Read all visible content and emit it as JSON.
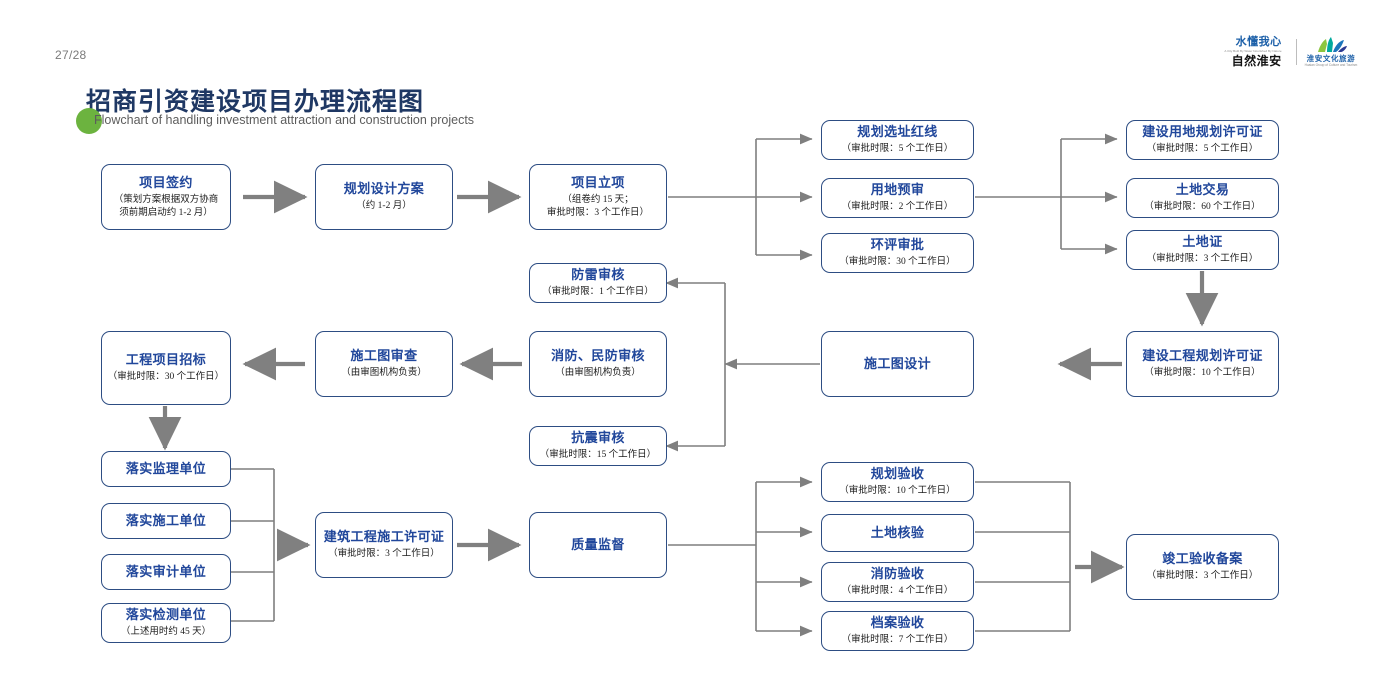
{
  "header": {
    "page_number": "27/28",
    "title_cn": "招商引资建设项目办理流程图",
    "title_en": "Flowchart of handling investment attraction and construction projects",
    "accent_green": "#6cb33f",
    "title_color": "#1f3864"
  },
  "brand": {
    "slogan_cn": "水懂我心",
    "slogan_en": "A City Built By Water Nourished By Nature",
    "name_cn": "自然淮安",
    "org_cn": "淮安文化旅游",
    "org_en": "Huaian Group of Culture and Tourism"
  },
  "style": {
    "box_border": "#2d4d83",
    "box_title_color": "#21479b",
    "arrow_thick": "#808080",
    "arrow_thin": "#7f7f7f"
  },
  "nodes": {
    "qianyue": {
      "title": "项目签约",
      "sub": "（策划方案根据双方协商\n须前期启动约 1-2 月）"
    },
    "guihuasheji": {
      "title": "规划设计方案",
      "sub": "（约 1-2 月）"
    },
    "lixiang": {
      "title": "项目立项",
      "sub": "（组卷约 15 天；\n审批时限：3 个工作日）"
    },
    "hongxian": {
      "title": "规划选址红线",
      "sub": "（审批时限：5 个工作日）"
    },
    "yongdiyushen": {
      "title": "用地预审",
      "sub": "（审批时限：2 个工作日）"
    },
    "huanping": {
      "title": "环评审批",
      "sub": "（审批时限：30 个工作日）"
    },
    "jsydghxkz": {
      "title": "建设用地规划许可证",
      "sub": "（审批时限：5 个工作日）"
    },
    "tudijiaoyi": {
      "title": "土地交易",
      "sub": "（审批时限：60 个工作日）"
    },
    "tudizheng": {
      "title": "土地证",
      "sub": "（审批时限：3 个工作日）"
    },
    "jsgcghxkz": {
      "title": "建设工程规划许可证",
      "sub": "（审批时限：10 个工作日）"
    },
    "sgtsheji": {
      "title": "施工图设计",
      "sub": ""
    },
    "fanglei": {
      "title": "防雷审核",
      "sub": "（审批时限：1 个工作日）"
    },
    "xiaofangminfang": {
      "title": "消防、民防审核",
      "sub": "（由审图机构负责）"
    },
    "kangzhen": {
      "title": "抗震审核",
      "sub": "（审批时限：15 个工作日）"
    },
    "sgtshencha": {
      "title": "施工图审查",
      "sub": "（由审图机构负责）"
    },
    "zhaobiao": {
      "title": "工程项目招标",
      "sub": "（审批时限：30 个工作日）"
    },
    "jianli": {
      "title": "落实监理单位",
      "sub": ""
    },
    "shigong": {
      "title": "落实施工单位",
      "sub": ""
    },
    "shenji": {
      "title": "落实审计单位",
      "sub": ""
    },
    "jiance": {
      "title": "落实检测单位",
      "sub": "（上述用时约 45 天）"
    },
    "jzgcsgxkz": {
      "title": "建筑工程施工许可证",
      "sub": "（审批时限：3 个工作日）"
    },
    "zhiliangjiandu": {
      "title": "质量监督",
      "sub": ""
    },
    "ghyanshou": {
      "title": "规划验收",
      "sub": "（审批时限：10 个工作日）"
    },
    "tudiheyan": {
      "title": "土地核验",
      "sub": ""
    },
    "xfyanshou": {
      "title": "消防验收",
      "sub": "（审批时限：4 个工作日）"
    },
    "dayanshou": {
      "title": "档案验收",
      "sub": "（审批时限：7 个工作日）"
    },
    "jungongbeian": {
      "title": "竣工验收备案",
      "sub": "（审批时限：3 个工作日）"
    }
  }
}
